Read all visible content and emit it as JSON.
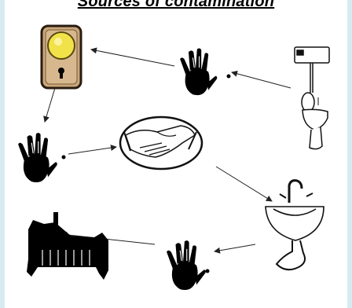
{
  "title": "Sources of contamination",
  "nodes": [
    {
      "id": "door-handle",
      "label": ""
    },
    {
      "id": "hand-1",
      "label": ""
    },
    {
      "id": "toilet",
      "label": ""
    },
    {
      "id": "hand-2",
      "label": ""
    },
    {
      "id": "handshake",
      "label": ""
    },
    {
      "id": "sink",
      "label": ""
    },
    {
      "id": "hand-3",
      "label": ""
    },
    {
      "id": "crib",
      "label": ""
    }
  ],
  "edges": [
    {
      "from": "toilet",
      "to": "hand-1"
    },
    {
      "from": "hand-1",
      "to": "door-handle"
    },
    {
      "from": "door-handle",
      "to": "hand-2"
    },
    {
      "from": "hand-2",
      "to": "handshake"
    },
    {
      "from": "handshake",
      "to": "sink"
    },
    {
      "from": "sink",
      "to": "hand-3"
    },
    {
      "from": "hand-3",
      "to": "crib"
    }
  ],
  "colors": {
    "hand": "#000000",
    "knob": "#f2e24a",
    "plate": "#c8a77a",
    "background": "#ffffff"
  }
}
